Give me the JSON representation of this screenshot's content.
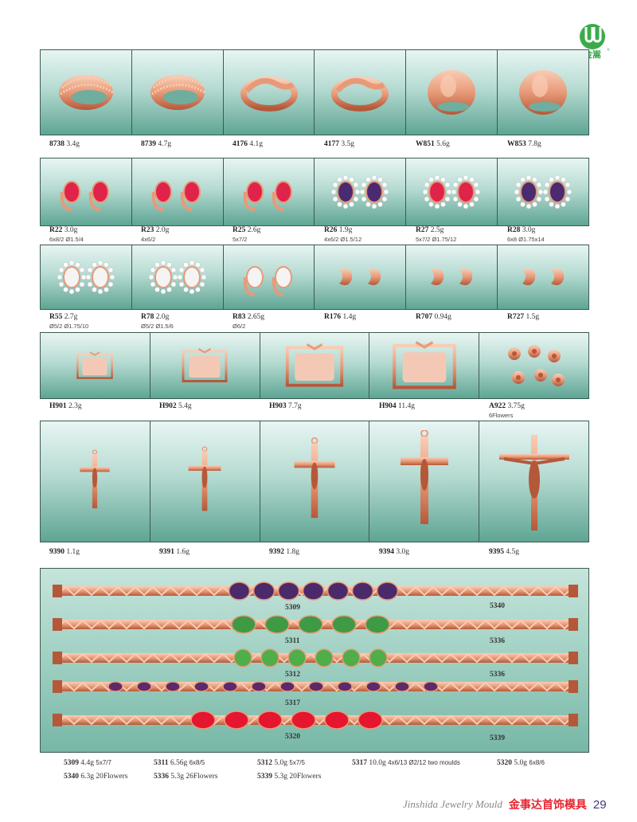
{
  "logo": {
    "text": "金嵩",
    "color": "#3bab4a"
  },
  "rows": [
    {
      "cells": [
        {
          "code": "8738",
          "weight": "3.4g",
          "icon": "ring-filigree"
        },
        {
          "code": "8739",
          "weight": "4.7g",
          "icon": "ring-filigree"
        },
        {
          "code": "4176",
          "weight": "4.1g",
          "icon": "ring-wave"
        },
        {
          "code": "4177",
          "weight": "3.5g",
          "icon": "ring-wave"
        },
        {
          "code": "W851",
          "weight": "5.6g",
          "icon": "ring-dome"
        },
        {
          "code": "W853",
          "weight": "7.8g",
          "icon": "ring-dome"
        }
      ]
    },
    {
      "cells": [
        {
          "code": "R22",
          "weight": "3.0g",
          "spec": "6x8/2 Ø1.5/4",
          "icon": "earring-stud",
          "gem": "#e0234a"
        },
        {
          "code": "R23",
          "weight": "2.0g",
          "spec": "4x6/2",
          "icon": "earring-stud",
          "gem": "#e0234a"
        },
        {
          "code": "R25",
          "weight": "2.6g",
          "spec": "5x7/2",
          "icon": "earring-stud",
          "gem": "#e0234a"
        },
        {
          "code": "R26",
          "weight": "1.9g",
          "spec": "4x6/2 Ø1.5/12",
          "icon": "earring-halo",
          "gem": "#4a2a70"
        },
        {
          "code": "R27",
          "weight": "2.5g",
          "spec": "5x7/2 Ø1.75/12",
          "icon": "earring-halo",
          "gem": "#e0234a"
        },
        {
          "code": "R28",
          "weight": "3.0g",
          "spec": "6x8 Ø1.75x14",
          "icon": "earring-halo",
          "gem": "#4a2a70"
        }
      ]
    },
    {
      "cells": [
        {
          "code": "R55",
          "weight": "2.7g",
          "spec": "Ø5/2 Ø1.75/10",
          "icon": "earring-halo",
          "gem": "#f4f4f4"
        },
        {
          "code": "R78",
          "weight": "2.0g",
          "spec": "Ø5/2 Ø1.5/6",
          "icon": "earring-halo",
          "gem": "#f4f4f4"
        },
        {
          "code": "R83",
          "weight": "2.65g",
          "spec": "Ø6/2",
          "icon": "earring-stud",
          "gem": "#f4f4f4"
        },
        {
          "code": "R176",
          "weight": "1.4g",
          "icon": "earring-gold"
        },
        {
          "code": "R707",
          "weight": "0.94g",
          "icon": "earring-gold"
        },
        {
          "code": "R727",
          "weight": "1.5g",
          "icon": "earring-gold"
        }
      ]
    },
    {
      "cells": [
        {
          "code": "H901",
          "weight": "2.3g",
          "icon": "buckle",
          "scale": 0.6
        },
        {
          "code": "H902",
          "weight": "5.4g",
          "icon": "buckle",
          "scale": 0.75
        },
        {
          "code": "H903",
          "weight": "7.7g",
          "icon": "buckle",
          "scale": 0.95
        },
        {
          "code": "H904",
          "weight": "11.4g",
          "icon": "buckle",
          "scale": 1.05
        },
        {
          "code": "A922",
          "weight": "3.75g",
          "spec": "6Flowers",
          "icon": "flowers"
        }
      ]
    },
    {
      "cells": [
        {
          "code": "9390",
          "weight": "1.1g",
          "icon": "crucifix",
          "scale": 0.62
        },
        {
          "code": "9391",
          "weight": "1.6g",
          "icon": "crucifix",
          "scale": 0.68
        },
        {
          "code": "9392",
          "weight": "1.8g",
          "icon": "crucifix",
          "scale": 0.85
        },
        {
          "code": "9394",
          "weight": "3.0g",
          "icon": "crucifix",
          "scale": 1.0
        },
        {
          "code": "9395",
          "weight": "4.5g",
          "icon": "crucifix-wide",
          "scale": 1.0
        }
      ]
    }
  ],
  "bracelets": [
    {
      "left": "5309",
      "right": "5340",
      "gem": "#4a2a6a",
      "count": 7,
      "style": "oval"
    },
    {
      "left": "5311",
      "right": "5336",
      "gem": "#3f9a45",
      "count": 5,
      "style": "round"
    },
    {
      "left": "5312",
      "right": "5336",
      "gem": "#4fae4a",
      "count": 6,
      "style": "small"
    },
    {
      "left": "5317",
      "right": "",
      "gem": "#5a2a6a",
      "count": 12,
      "style": "tiny"
    },
    {
      "left": "5320",
      "right": "5339",
      "gem": "#e5162f",
      "count": 6,
      "style": "big"
    }
  ],
  "bracelet_captions": [
    [
      {
        "code": "5309",
        "text": "4.4g",
        "spec": "5x7/7"
      },
      {
        "code": "5311",
        "text": "6.56g",
        "spec": "6x8/5"
      },
      {
        "code": "5312",
        "text": "5.0g",
        "spec": "5x7/5"
      },
      {
        "code": "5317",
        "text": "10.0g",
        "spec": "4x6/13 Ø2/12 two moulds"
      },
      {
        "code": "5320",
        "text": "5.0g",
        "spec": "6x8/6"
      }
    ],
    [
      {
        "code": "5340",
        "text": "6.3g 20Flowers",
        "spec": ""
      },
      {
        "code": "5336",
        "text": "5.3g 26Flowers",
        "spec": ""
      },
      {
        "code": "5339",
        "text": "5.3g 20Flowers",
        "spec": ""
      }
    ]
  ],
  "footer": {
    "brand": "Jinshida Jewelry Mould",
    "chinese": "金事达首饰模具",
    "page": "29"
  }
}
